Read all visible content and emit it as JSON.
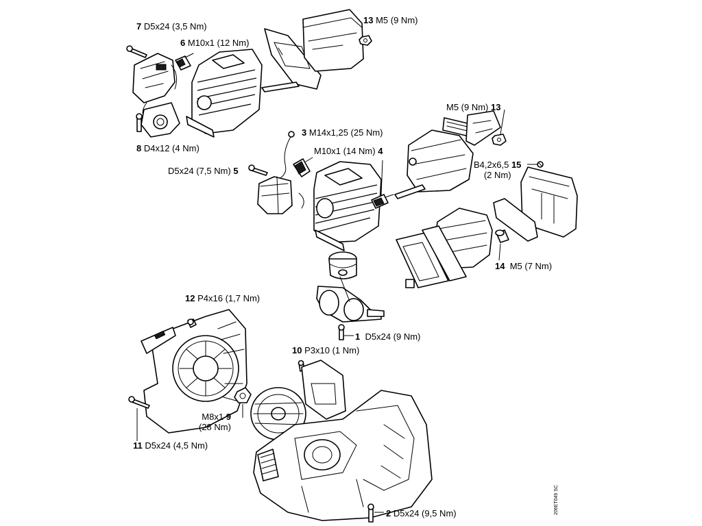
{
  "diagram": {
    "doc_code": "206ET049 SC",
    "callouts": [
      {
        "num": "7",
        "spec": "D5x24 (3,5 Nm)"
      },
      {
        "num": "6",
        "spec": "M10x1 (12 Nm)"
      },
      {
        "num": "13",
        "spec": "M5 (9 Nm)"
      },
      {
        "num": "8",
        "spec": "D4x12 (4 Nm)"
      },
      {
        "num": "13",
        "spec": "M5 (9 Nm)"
      },
      {
        "num": "3",
        "spec": "M14x1,25 (25 Nm)"
      },
      {
        "num": "4",
        "spec": "M10x1 (14 Nm)"
      },
      {
        "num": "5",
        "spec": "D5x24 (7,5 Nm)"
      },
      {
        "num": "15",
        "spec": "B4,2x6,5",
        "spec2": "(2 Nm)"
      },
      {
        "num": "14",
        "spec": "M5 (7 Nm)"
      },
      {
        "num": "1",
        "spec": "D5x24 (9 Nm)"
      },
      {
        "num": "12",
        "spec": "P4x16 (1,7 Nm)"
      },
      {
        "num": "10",
        "spec": "P3x10 (1 Nm)"
      },
      {
        "num": "9",
        "spec": "M8x1",
        "spec2": "(28 Nm)"
      },
      {
        "num": "11",
        "spec": "D5x24 (4,5 Nm)"
      },
      {
        "num": "2",
        "spec": "D5x24 (9,5 Nm)"
      }
    ]
  }
}
